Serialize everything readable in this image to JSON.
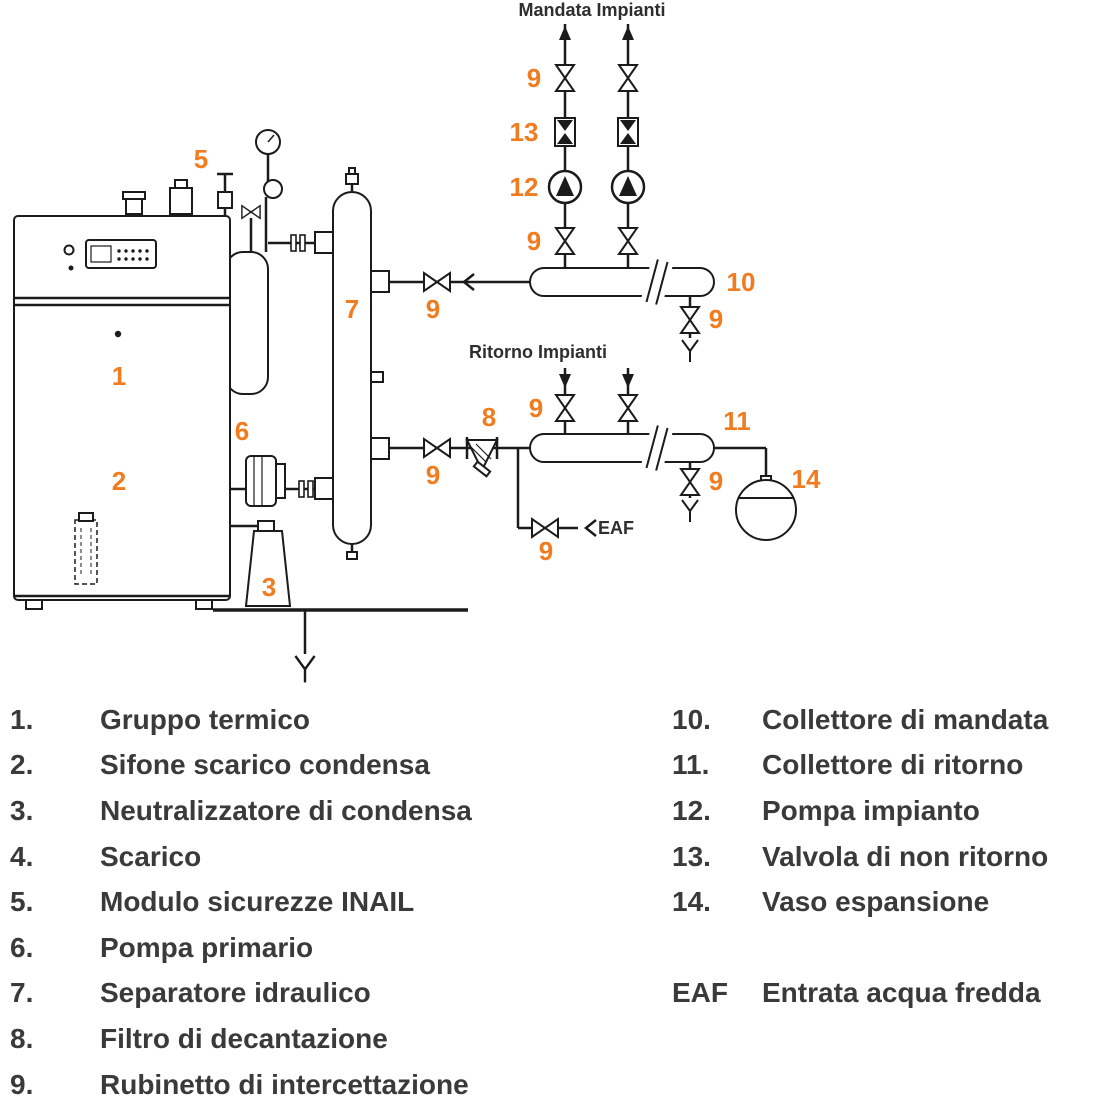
{
  "diagram": {
    "labels": {
      "mandata": "Mandata Impianti",
      "ritorno": "Ritorno Impianti",
      "eaf": "EAF"
    },
    "callouts": {
      "n1": "1",
      "n2": "2",
      "n3": "3",
      "n5": "5",
      "n6": "6",
      "n7": "7",
      "n8": "8",
      "n9": "9",
      "n10": "10",
      "n11": "11",
      "n12": "12",
      "n13": "13",
      "n14": "14"
    }
  },
  "legend": {
    "left": [
      {
        "num": "1.",
        "label": "Gruppo termico"
      },
      {
        "num": "2.",
        "label": "Sifone scarico condensa"
      },
      {
        "num": "3.",
        "label": "Neutralizzatore di condensa"
      },
      {
        "num": "4.",
        "label": "Scarico"
      },
      {
        "num": "5.",
        "label": "Modulo sicurezze INAIL"
      },
      {
        "num": "6.",
        "label": "Pompa primario"
      },
      {
        "num": "7.",
        "label": "Separatore idraulico"
      },
      {
        "num": "8.",
        "label": "Filtro di decantazione"
      },
      {
        "num": "9.",
        "label": "Rubinetto di intercettazione"
      }
    ],
    "right": [
      {
        "num": "10.",
        "label": "Collettore di mandata"
      },
      {
        "num": "11.",
        "label": "Collettore di ritorno"
      },
      {
        "num": "12.",
        "label": "Pompa impianto"
      },
      {
        "num": "13.",
        "label": "Valvola di non ritorno"
      },
      {
        "num": "14.",
        "label": "Vaso espansione"
      }
    ],
    "eaf": {
      "num": "EAF",
      "label": "Entrata acqua fredda"
    }
  },
  "colors": {
    "accent": "#f07c1f",
    "line": "#1b1b1b",
    "text": "#3a3a39"
  }
}
